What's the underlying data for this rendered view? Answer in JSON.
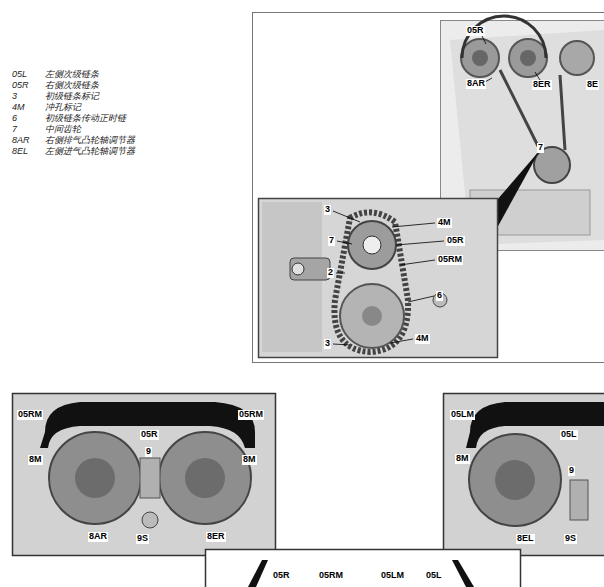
{
  "diagram": {
    "labels": [
      "05L",
      "左侧次级链条",
      "05R",
      "右侧次级链条",
      "3",
      "初级链条标记",
      "4M",
      "冲孔标记",
      "6",
      "初级链条传动正时链",
      "7",
      "中间齿轮",
      "8AR",
      "右侧排气凸轮轴调节器",
      "8EL",
      "左侧进气凸轮轴调节器",
      "05R",
      "8AR",
      "8ER",
      "8E",
      "7",
      "3",
      "4M",
      "7",
      "05R",
      "05RM",
      "2",
      "6",
      "3",
      "4M",
      "05RM",
      "05R",
      "05RM",
      "9",
      "8M",
      "8M",
      "8AR",
      "9S",
      "8ER",
      "05LM",
      "05L",
      "8M",
      "9",
      "8EL",
      "9S",
      "05R",
      "05RM",
      "05LM",
      "05L"
    ]
  }
}
